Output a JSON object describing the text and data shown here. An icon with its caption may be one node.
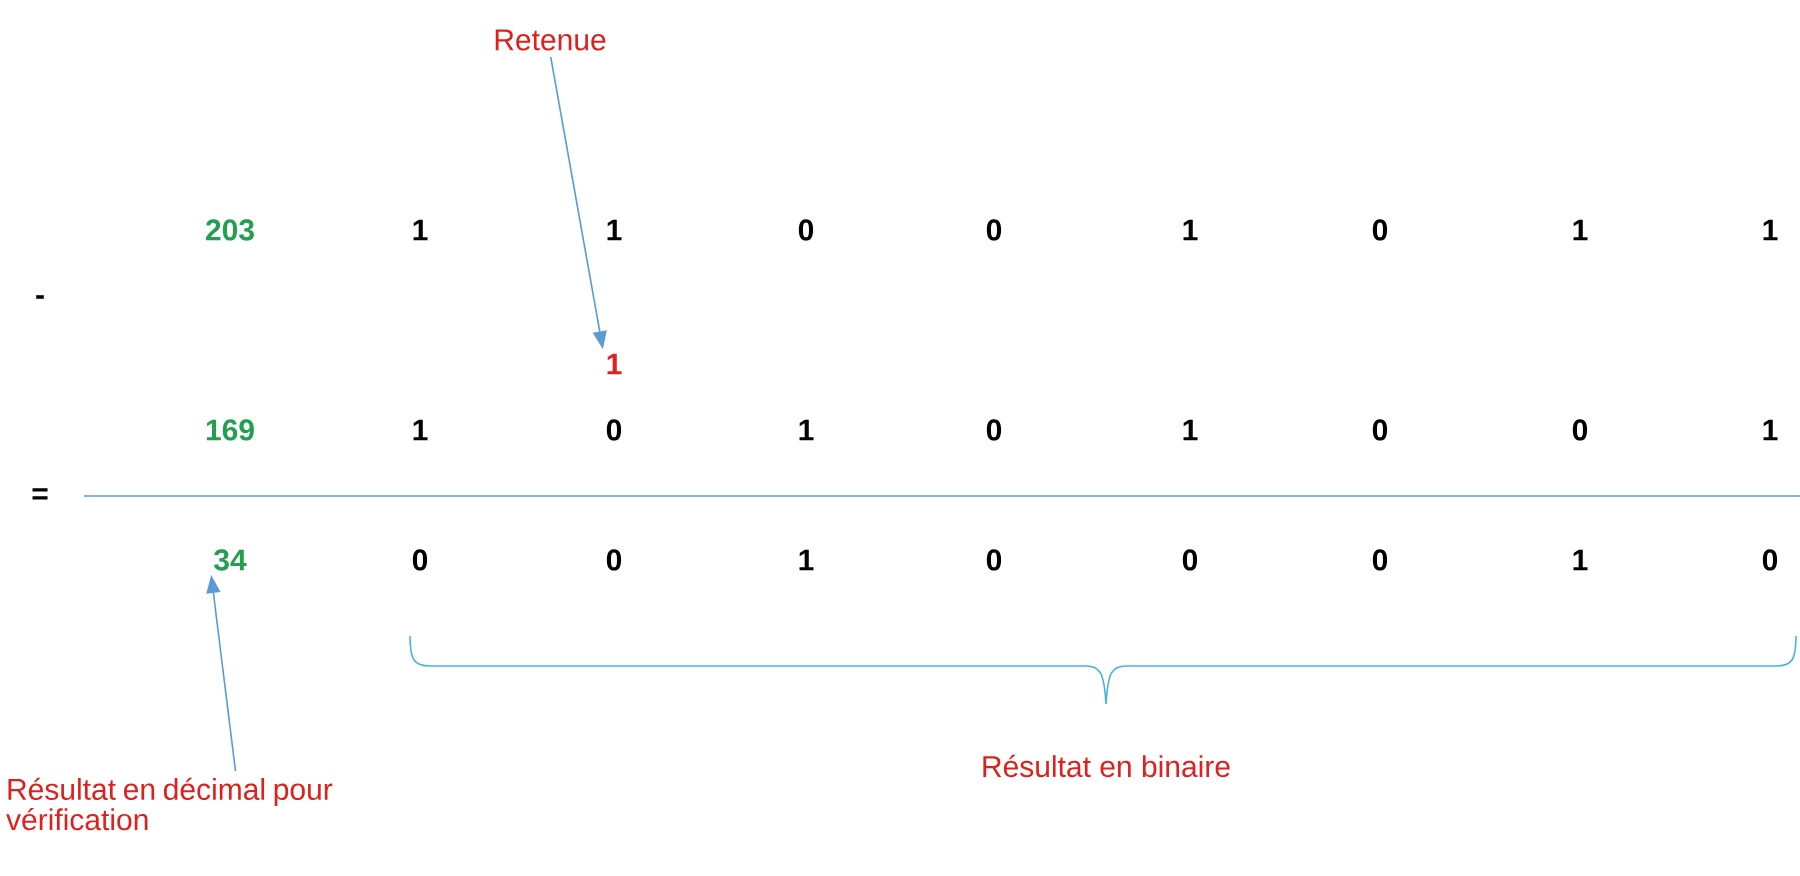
{
  "diagram": {
    "nodes": [
      {
        "text": [
          "Retenue"
        ]
      },
      {
        "text": [
          "1"
        ]
      },
      {
        "text": [
          "34"
        ]
      },
      {
        "text": [
          "Résultat en décimal pour vérification"
        ]
      }
    ],
    "edges": [
      {
        "from": 0,
        "to": 1,
        "arrow": "to"
      },
      {
        "from": 3,
        "to": 2,
        "arrow": "to"
      }
    ],
    "labels": [
      "203",
      "1",
      "1",
      "0",
      "0",
      "1",
      "0",
      "1",
      "1",
      "-",
      "169",
      "1",
      "0",
      "1",
      "0",
      "1",
      "0",
      "0",
      "1",
      "=",
      "0",
      "0",
      "1",
      "0",
      "0",
      "0",
      "1",
      "0",
      "Résultat en binaire"
    ]
  }
}
